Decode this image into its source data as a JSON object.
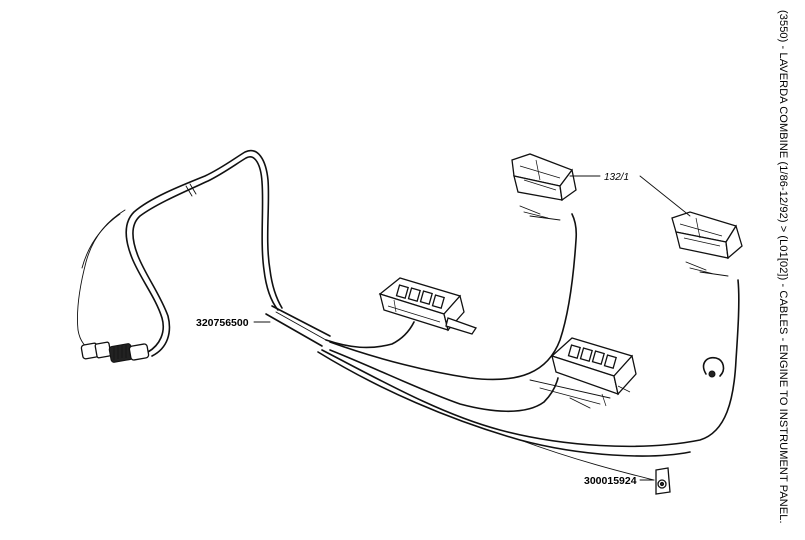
{
  "title": "(3550) - LAVERDA COMBINE (1/86-12/92) > (L01[02]) - CABLES - ENGINE TO INSTRUMENT PANEL.",
  "callouts": {
    "main_harness": "320756500",
    "clip": "300015924",
    "switch_pair": "132/1"
  }
}
